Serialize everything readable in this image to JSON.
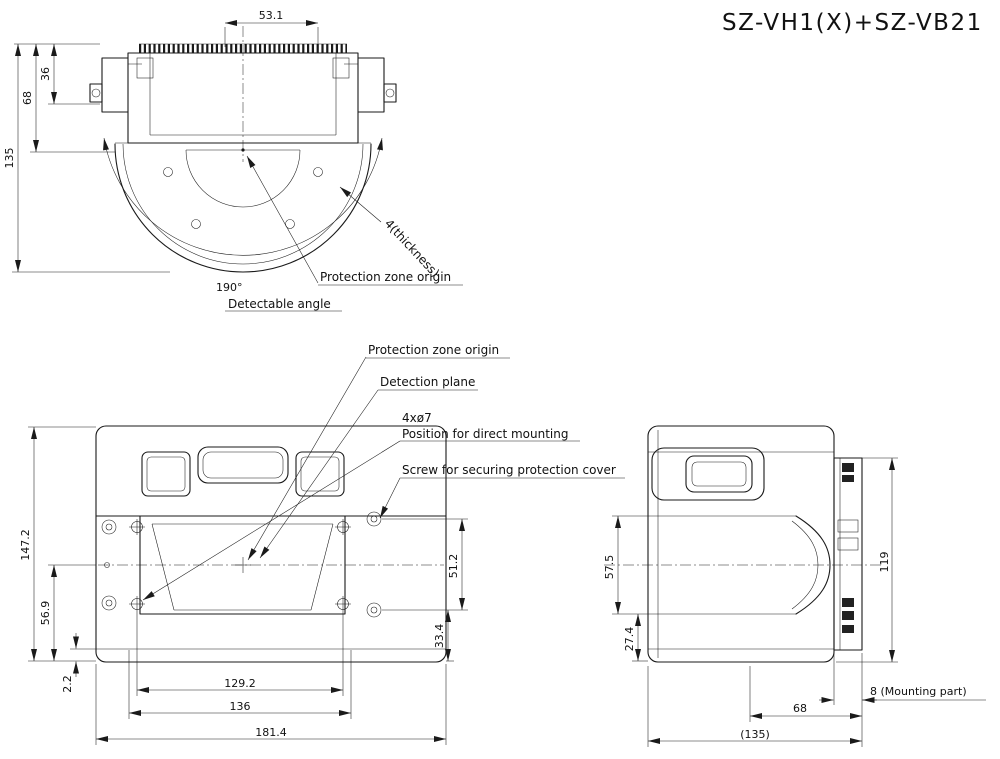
{
  "title": "SZ-VH1(X)+SZ-VB21",
  "top_view": {
    "dims": {
      "d53_1": "53.1",
      "d36": "36",
      "d68": "68",
      "d135": "135",
      "d190": "190°"
    },
    "labels": {
      "thickness": "4(thickness)",
      "protection_zone_origin": "Protection zone origin",
      "detectable_angle": "Detectable angle"
    }
  },
  "front_view": {
    "dims": {
      "d147_2": "147.2",
      "d56_9": "56.9",
      "d2_2": "2.2",
      "d129_2": "129.2",
      "d136": "136",
      "d181_4": "181.4",
      "d51_2": "51.2",
      "d33_4": "33.4"
    },
    "labels": {
      "protection_zone_origin": "Protection zone origin",
      "detection_plane": "Detection plane",
      "hole_spec": "4xø7",
      "hole_desc": "Position for direct mounting",
      "screw": "Screw for securing protection cover"
    }
  },
  "side_view": {
    "dims": {
      "d57_5": "57.5",
      "d27_4": "27.4",
      "d119": "119",
      "d68": "68",
      "d135_ref": "(135)",
      "d8": "8 (Mounting part)"
    }
  }
}
